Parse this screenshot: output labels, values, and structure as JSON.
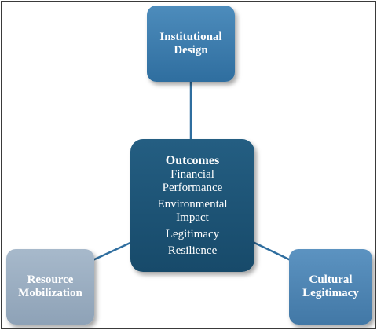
{
  "diagram": {
    "nodes": {
      "top": {
        "lines": [
          "Institutional",
          "Design"
        ]
      },
      "center": {
        "title": "Outcomes",
        "items": [
          {
            "lines": [
              "Financial",
              "Performance"
            ]
          },
          {
            "lines": [
              "Environmental",
              "Impact"
            ]
          },
          {
            "lines": [
              "Legitimacy"
            ]
          },
          {
            "lines": [
              "Resilience"
            ]
          }
        ]
      },
      "left": {
        "lines": [
          "Resource",
          "Mobilization"
        ]
      },
      "right": {
        "lines": [
          "Cultural",
          "Legitimacy"
        ]
      }
    },
    "colors": {
      "connector": "#2f6e9f",
      "center_fill": "#1f5678",
      "top_fill": "#3f80b1",
      "left_fill": "#9badc0",
      "right_fill": "#4f87b5"
    }
  }
}
